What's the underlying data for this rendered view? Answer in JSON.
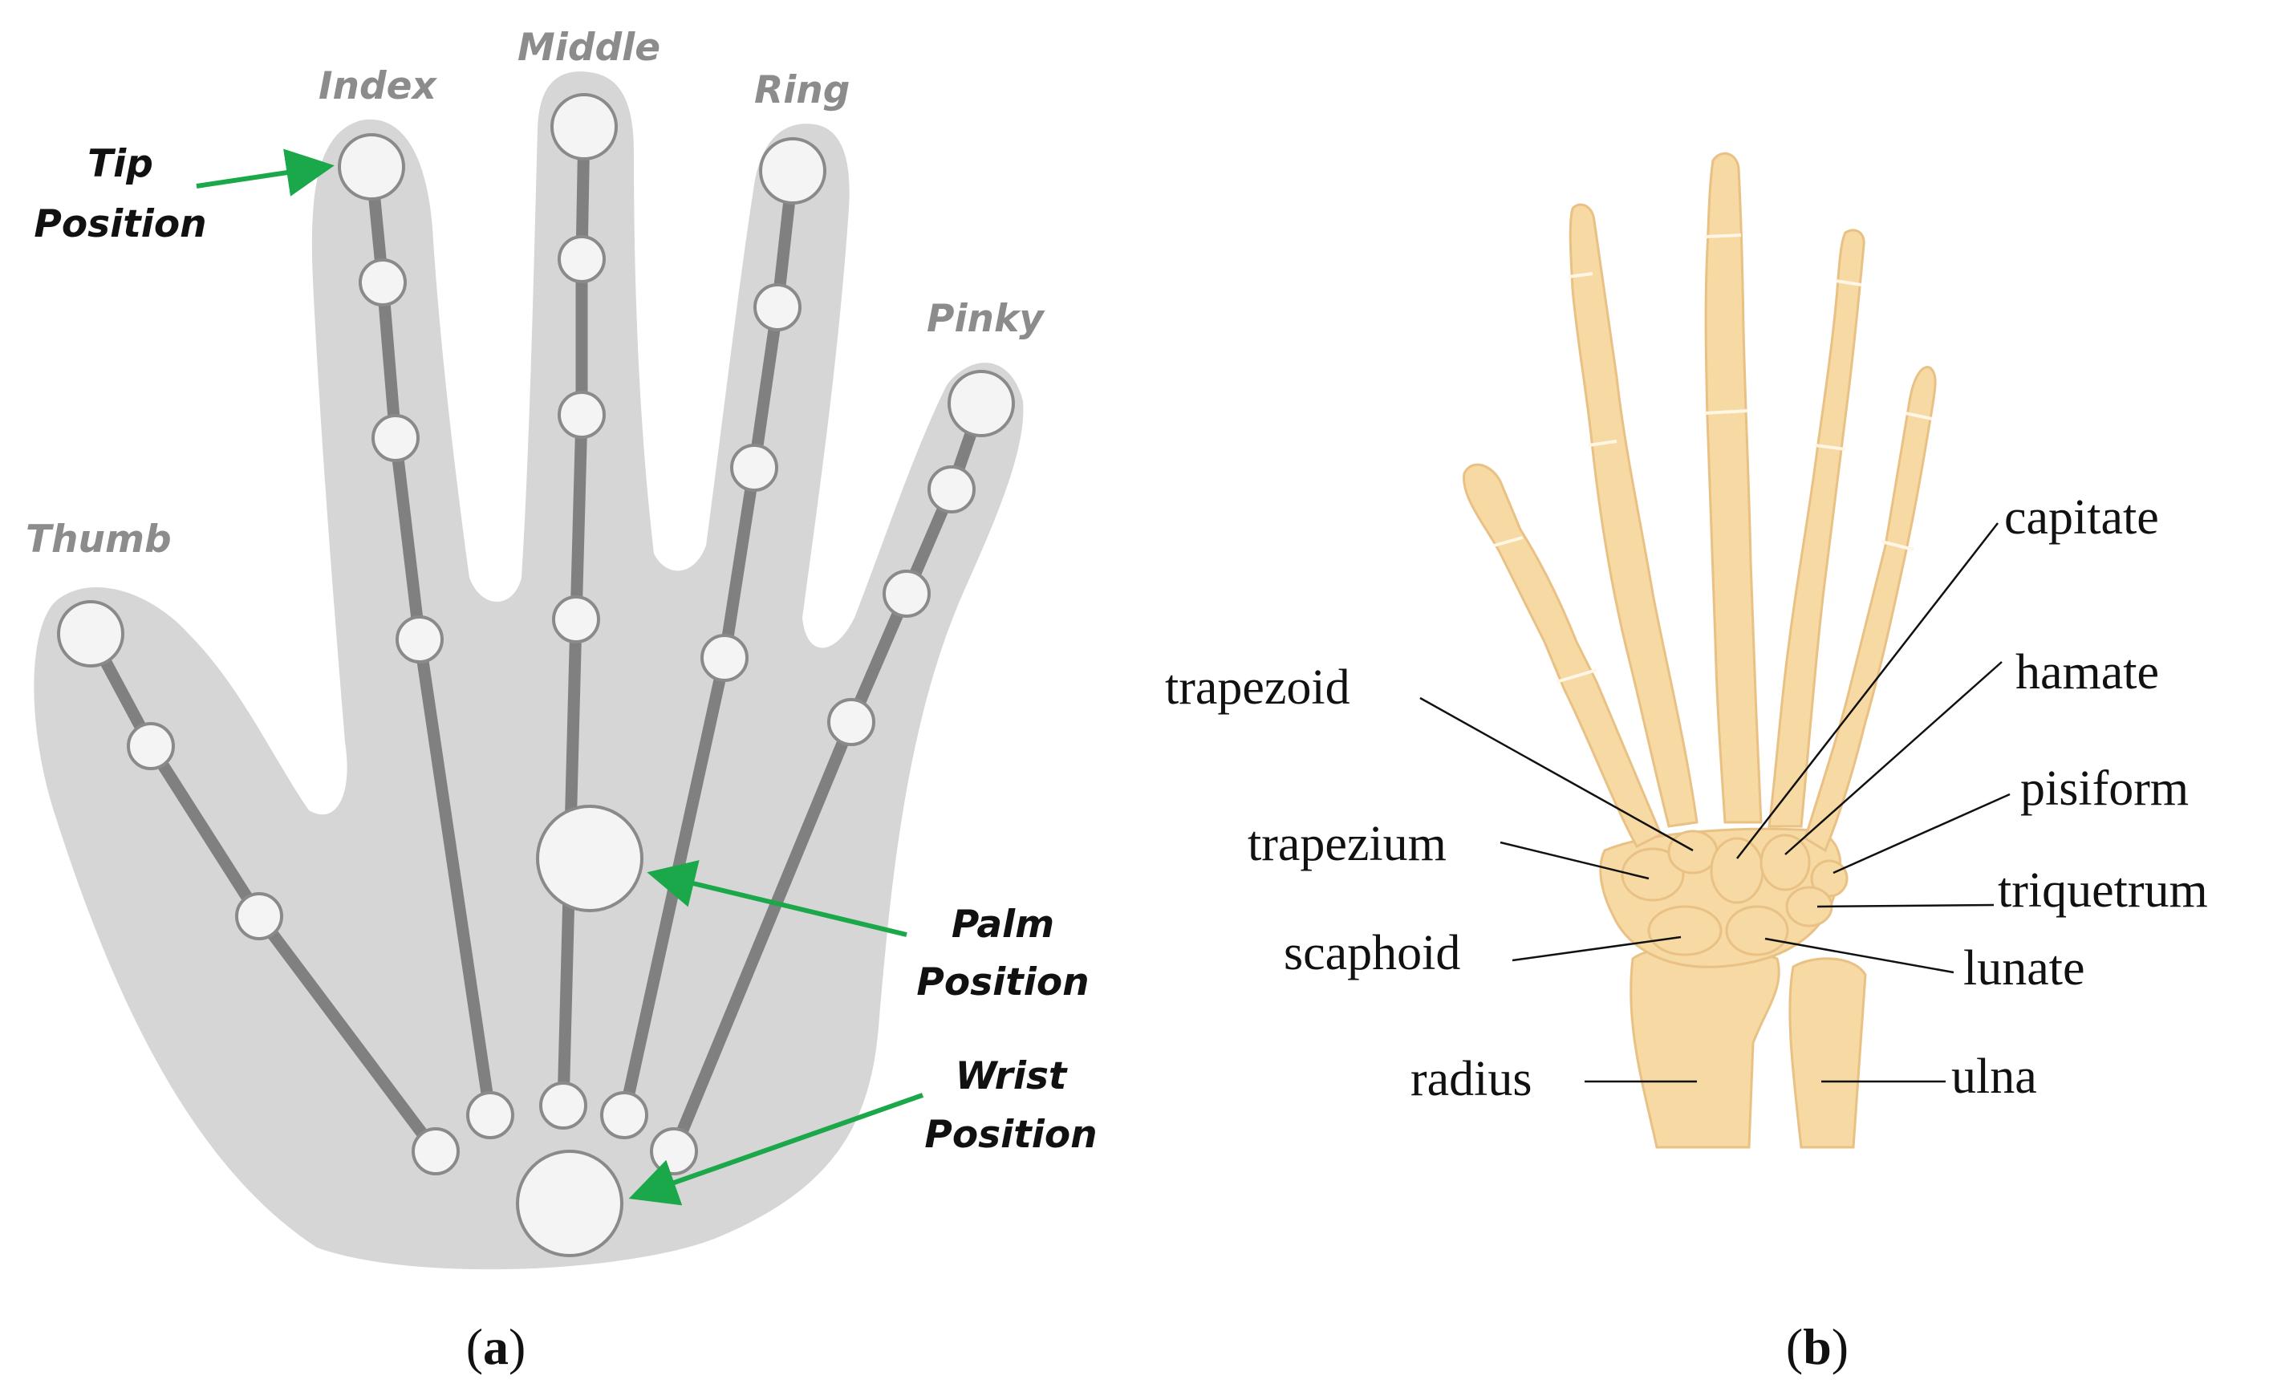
{
  "colors": {
    "hand_fill": "#d6d6d6",
    "bone_line": "#808080",
    "joint_fill": "#f4f4f4",
    "joint_stroke": "#8a8a8a",
    "finger_label": "#8c8c8c",
    "arrow": "#1aa84b",
    "bone_color": "#f6d9a3",
    "bone_shadow": "#e9c184"
  },
  "panel_a": {
    "fingers": {
      "thumb": "Thumb",
      "index": "Index",
      "middle": "Middle",
      "ring": "Ring",
      "pinky": "Pinky"
    },
    "callouts": {
      "tip": [
        "Tip",
        "Position"
      ],
      "palm": [
        "Palm",
        "Position"
      ],
      "wrist": [
        "Wrist",
        "Position"
      ]
    },
    "caption": {
      "open": "(",
      "letter": "a",
      "close": ")"
    }
  },
  "panel_b": {
    "bones": {
      "capitate": "capitate",
      "hamate": "hamate",
      "trapezoid": "trapezoid",
      "pisiform": "pisiform",
      "trapezium": "trapezium",
      "triquetrum": "triquetrum",
      "scaphoid": "scaphoid",
      "lunate": "lunate",
      "radius": "radius",
      "ulna": "ulna"
    },
    "caption": {
      "open": "(",
      "letter": "b",
      "close": ")"
    }
  }
}
